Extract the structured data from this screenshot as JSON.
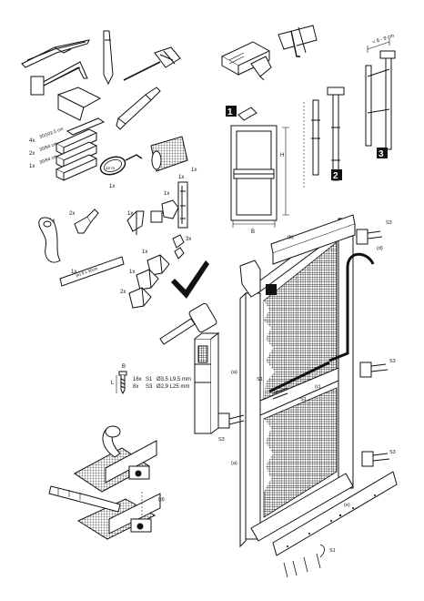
{
  "tools": {
    "saw_label": "",
    "pencil_label": "",
    "screwdriver_label": "",
    "cutter_label": ""
  },
  "steps": [
    {
      "number": "1"
    },
    {
      "number": "2"
    },
    {
      "number": "3"
    }
  ],
  "dimensions": {
    "height_letter": "H",
    "width_letter": "B",
    "spacing_range": "= 8 - 9 cm"
  },
  "parts": {
    "profiles": [
      {
        "qty": "4x",
        "size": "30/102,5 cm"
      },
      {
        "qty": "2x",
        "size": "30/94 cm"
      },
      {
        "qty": "1x",
        "size": "30/94 cm"
      }
    ],
    "cord_qty": "1x",
    "cord_label": "12 m",
    "mesh_qty": "1x",
    "handle_qty": "1x",
    "clip_qty": "2x",
    "hinge_qty_a": "1x",
    "hinge_qty_b": "1x",
    "hinge_qty_c": "1x",
    "small_part_qty": "3x",
    "bracket_qty_a": "1x",
    "bracket_qty_b": "1x",
    "bracket_qty_c": "2x",
    "plate_qty": "1x",
    "plate_label": "(e) 8 x 30cm"
  },
  "screws": {
    "size_letter_top": "B",
    "size_letter_left": "L",
    "rows": [
      {
        "qty": "16x",
        "type": "S1",
        "spec": "Ø3,5 L9,5 mm"
      },
      {
        "qty": "8x",
        "type": "S3",
        "spec": "Ø2,9 L25 mm"
      }
    ]
  },
  "assembly": {
    "label_b": "(b)",
    "label_d": "(d)",
    "label_a_top": "(a)",
    "label_a_bottom": "(a)",
    "label_c": "(c)",
    "label_e": "(e)",
    "label_d_inset": "(d)",
    "s1_top": "S1",
    "s1_mid": "S1",
    "s1_bottom": "S1",
    "s3_top": "S3",
    "s3_mid_right": "S3",
    "s3_left": "S3",
    "s3_bottom_right": "S3"
  }
}
